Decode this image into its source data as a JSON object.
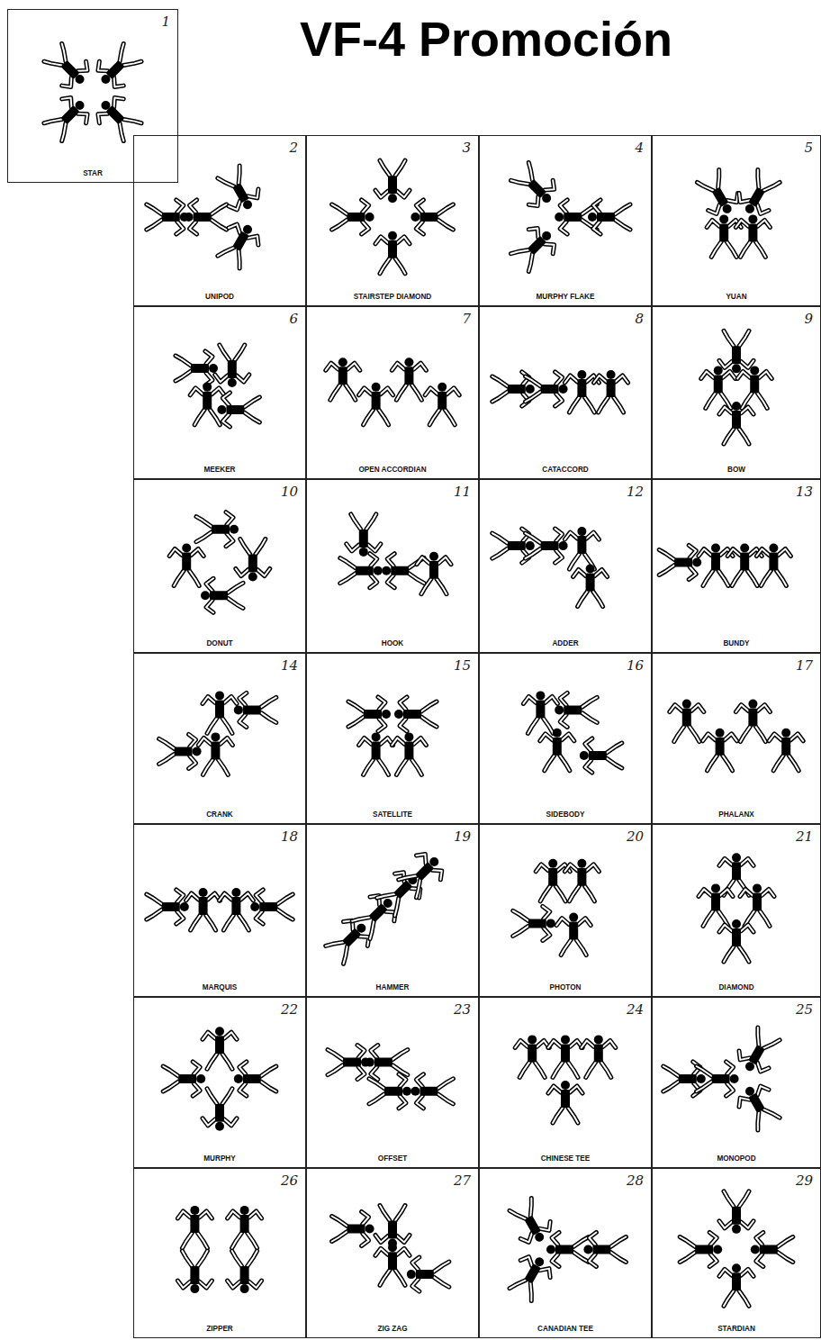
{
  "diagram": {
    "title": "VF-4 Promoción",
    "nodes": [
      {
        "text": [
          "1",
          "STAR"
        ]
      },
      {
        "text": [
          "2",
          "UNIPOD"
        ]
      },
      {
        "text": [
          "3",
          "STAIRSTEP DIAMOND"
        ]
      },
      {
        "text": [
          "4",
          "MURPHY FLAKE"
        ]
      },
      {
        "text": [
          "5",
          "YUAN"
        ]
      },
      {
        "text": [
          "6",
          "MEEKER"
        ]
      },
      {
        "text": [
          "7",
          "OPEN ACCORDIAN"
        ]
      },
      {
        "text": [
          "8",
          "CATACCORD"
        ]
      },
      {
        "text": [
          "9",
          "BOW"
        ]
      },
      {
        "text": [
          "10",
          "DONUT"
        ]
      },
      {
        "text": [
          "11",
          "HOOK"
        ]
      },
      {
        "text": [
          "12",
          "ADDER"
        ]
      },
      {
        "text": [
          "13",
          "BUNDY"
        ]
      },
      {
        "text": [
          "14",
          "CRANK"
        ]
      },
      {
        "text": [
          "15",
          "SATELLITE"
        ]
      },
      {
        "text": [
          "16",
          "SIDEBODY"
        ]
      },
      {
        "text": [
          "17",
          "PHALANX"
        ]
      },
      {
        "text": [
          "18",
          "MARQUIS"
        ]
      },
      {
        "text": [
          "19",
          "HAMMER"
        ]
      },
      {
        "text": [
          "20",
          "PHOTON"
        ]
      },
      {
        "text": [
          "21",
          "DIAMOND"
        ]
      },
      {
        "text": [
          "22",
          "MURPHY"
        ]
      },
      {
        "text": [
          "23",
          "OFFSET"
        ]
      },
      {
        "text": [
          "24",
          "CHINESE TEE"
        ]
      },
      {
        "text": [
          "25",
          "MONOPOD"
        ]
      },
      {
        "text": [
          "26",
          "ZIPPER"
        ]
      },
      {
        "text": [
          "27",
          "ZIG ZAG"
        ]
      },
      {
        "text": [
          "28",
          "CANADIAN TEE"
        ]
      },
      {
        "text": [
          "29",
          "STARDIAN"
        ]
      }
    ]
  }
}
